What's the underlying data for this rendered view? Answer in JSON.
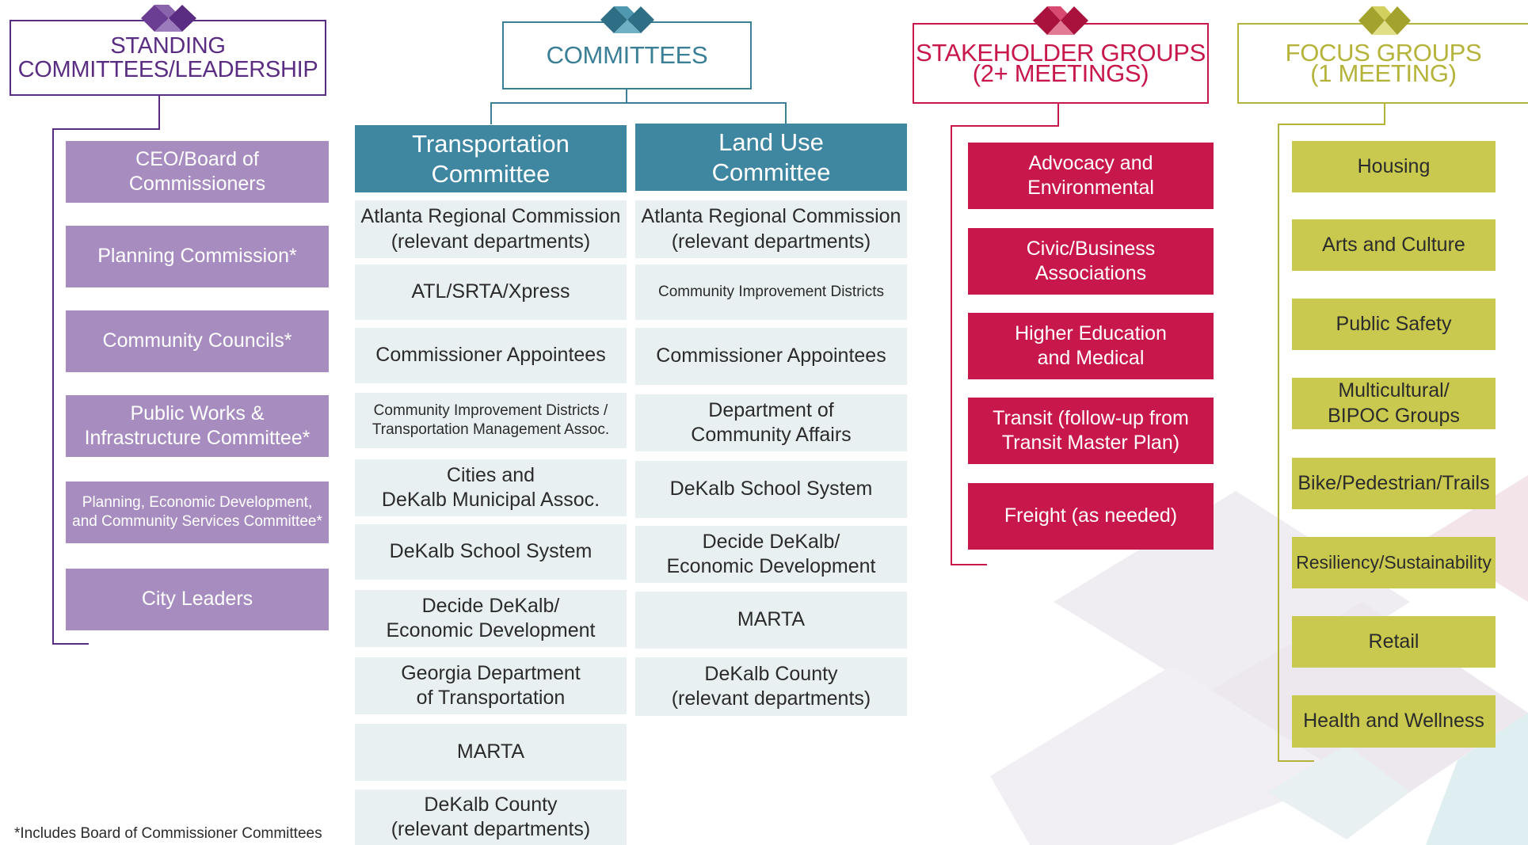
{
  "colors": {
    "purple": "#a78dbf",
    "purple_dark": "#5a2d82",
    "teal": "#3f86a0",
    "teal_text": "#3b7f97",
    "red": "#c8174a",
    "olive": "#c9c94f",
    "olive_text": "#b5b33a",
    "subbox": "#e8f0f2"
  },
  "headers": {
    "standing": "STANDING\nCOMMITTEES/LEADERSHIP",
    "committees": "COMMITTEES",
    "stakeholder": "STAKEHOLDER GROUPS\n(2+ MEETINGS)",
    "focus": "FOCUS GROUPS\n(1 MEETING)"
  },
  "standing_items": [
    "CEO/Board of\nCommissioners",
    "Planning Commission*",
    "Community Councils*",
    "Public Works &\nInfrastructure Committee*",
    "Planning, Economic Development,\nand Community Services Committee*",
    "City Leaders"
  ],
  "transportation": {
    "title": "Transportation\nCommittee",
    "items": [
      "Atlanta Regional Commission\n(relevant departments)",
      "ATL/SRTA/Xpress",
      "Commissioner Appointees",
      "Community Improvement Districts /\nTransportation Management Assoc.",
      "Cities and\nDeKalb Municipal Assoc.",
      "DeKalb School System",
      "Decide DeKalb/\nEconomic Development",
      "Georgia Department\nof Transportation",
      "MARTA",
      "DeKalb County\n(relevant departments)"
    ]
  },
  "landuse": {
    "title": "Land Use\nCommittee",
    "items": [
      "Atlanta Regional Commission\n(relevant departments)",
      "Community Improvement Districts",
      "Commissioner Appointees",
      "Department of\nCommunity Affairs",
      "DeKalb School System",
      "Decide DeKalb/\nEconomic Development",
      "MARTA",
      "DeKalb County\n(relevant departments)"
    ]
  },
  "stakeholder_items": [
    "Advocacy and\nEnvironmental",
    "Civic/Business\nAssociations",
    "Higher Education\nand Medical",
    "Transit (follow-up from\nTransit Master Plan)",
    "Freight (as needed)"
  ],
  "focus_items": [
    "Housing",
    "Arts and Culture",
    "Public Safety",
    "Multicultural/\nBIPOC Groups",
    "Bike/Pedestrian/Trails",
    "Resiliency/Sustainability",
    "Retail",
    "Health and Wellness"
  ],
  "footnote": "*Includes Board of Commissioner Committees"
}
